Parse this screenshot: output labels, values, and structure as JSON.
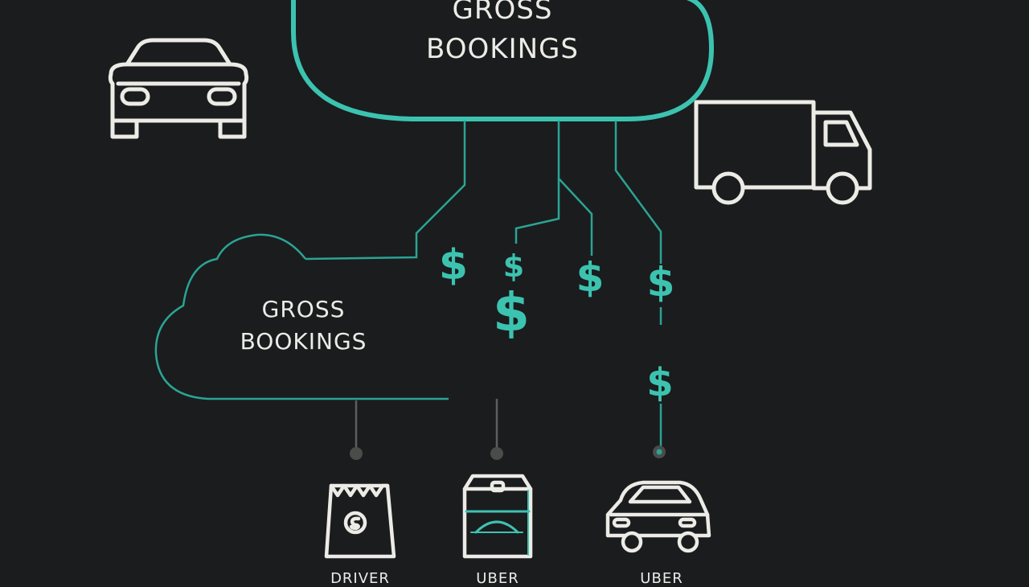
{
  "top_cloud": {
    "line1": "GROSS",
    "line2": "BOOKINGS"
  },
  "mid_cloud": {
    "line1": "GROSS",
    "line2": "BOOKINGS"
  },
  "dollar_symbol": "$",
  "captions": [
    "DRIVER",
    "UBER",
    "UBER"
  ],
  "colors": {
    "background": "#1b1c1e",
    "accent": "#3cc3b0",
    "line": "#ecebe6"
  },
  "icons": [
    "car-front-icon",
    "delivery-truck-icon",
    "grocery-bag-icon",
    "food-bag-icon",
    "car-side-icon"
  ]
}
